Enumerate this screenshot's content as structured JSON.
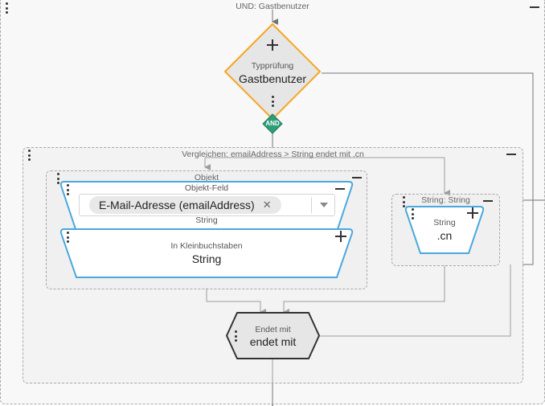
{
  "root_group": {
    "title": "UND: Gastbenutzer"
  },
  "type_check": {
    "label": "Typprüfung",
    "value": "Gastbenutzer",
    "and_badge": "AND"
  },
  "compare_group": {
    "title": "Vergleichen: emailAddress > String endet mit .cn"
  },
  "object_group": {
    "title": "Objekt"
  },
  "field_node": {
    "label": "Objekt-Feld",
    "chip_text": "E-Mail-Adresse (emailAddress)",
    "type_label": "String"
  },
  "lowercase_node": {
    "label": "In Kleinbuchstaben",
    "value": "String"
  },
  "string_group": {
    "title": "String: String"
  },
  "string_node": {
    "label": "String",
    "value": ".cn"
  },
  "endswith_node": {
    "label": "Endet mit",
    "value": "endet mit"
  },
  "colors": {
    "orange_border": "#f5a623",
    "blue_border": "#4aa8dd",
    "and_green": "#2e9e78",
    "dark_border": "#333333"
  }
}
